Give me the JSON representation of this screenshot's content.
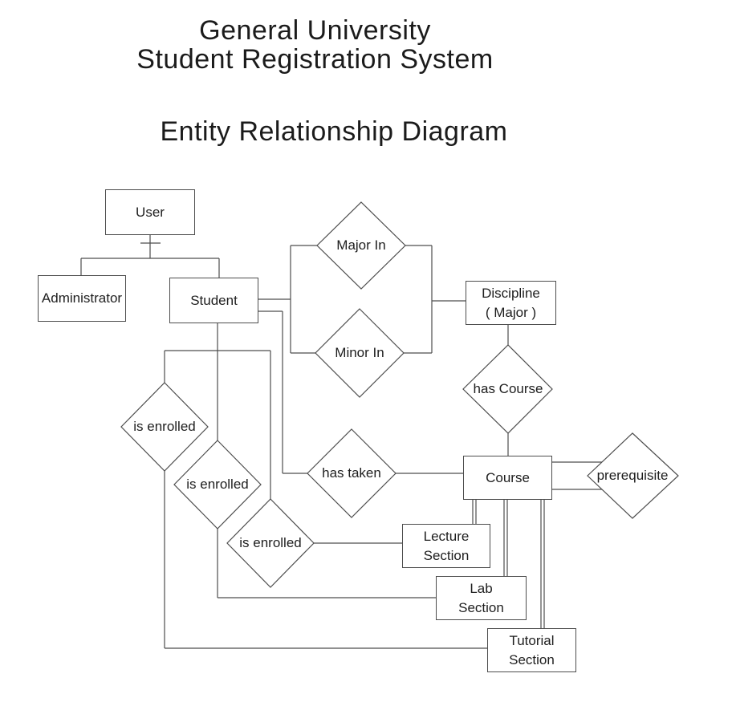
{
  "header": {
    "title_line1": "General University",
    "title_line2": "Student Registration System",
    "subtitle": "Entity Relationship Diagram"
  },
  "diagram": {
    "entities": {
      "user": {
        "label": "User"
      },
      "administrator": {
        "label": "Administrator"
      },
      "student": {
        "label": "Student"
      },
      "discipline": {
        "lines": [
          "Discipline",
          "( Major )"
        ]
      },
      "course": {
        "label": "Course"
      },
      "lecture_section": {
        "lines": [
          "Lecture",
          "Section"
        ]
      },
      "lab_section": {
        "lines": [
          "Lab",
          "Section"
        ]
      },
      "tutorial_section": {
        "lines": [
          "Tutorial",
          "Section"
        ]
      }
    },
    "relationships": {
      "major_in": {
        "label": "Major In"
      },
      "minor_in": {
        "label": "Minor In"
      },
      "has_course": {
        "label": "has Course"
      },
      "has_taken": {
        "label": "has taken"
      },
      "prerequisite": {
        "label": "prerequisite"
      },
      "is_enrolled_1": {
        "label": "is enrolled"
      },
      "is_enrolled_2": {
        "label": "is enrolled"
      },
      "is_enrolled_3": {
        "label": "is enrolled"
      }
    },
    "colors": {
      "ink": "#4d4d4d",
      "text": "#1e1e1e",
      "background": "#ffffff"
    }
  }
}
